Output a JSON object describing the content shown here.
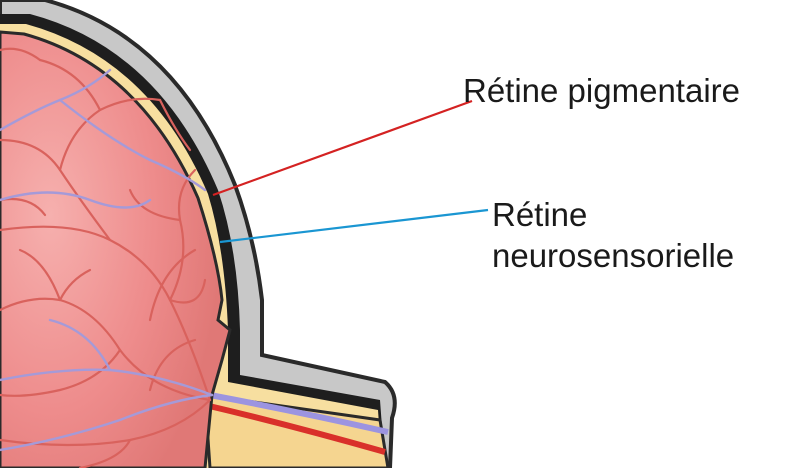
{
  "labels": {
    "retine_pigmentaire": "Rétine pigmentaire",
    "retine_neurosensorielle_line1": "Rétine",
    "retine_neurosensorielle_line2": "neurosensorielle"
  },
  "colors": {
    "background": "#ffffff",
    "retina_fill": "#ee8c8c",
    "blood_vessel": "#d9625d",
    "vein": "#a59ad8",
    "sclera_gray": "#c8c8c8",
    "choroid_black": "#1e1e1e",
    "rpe_yellow": "#f7dfa0",
    "pigmentaire_leader": "#d42222",
    "neuro_leader": "#1a96d2",
    "text": "#1a1a1a"
  }
}
